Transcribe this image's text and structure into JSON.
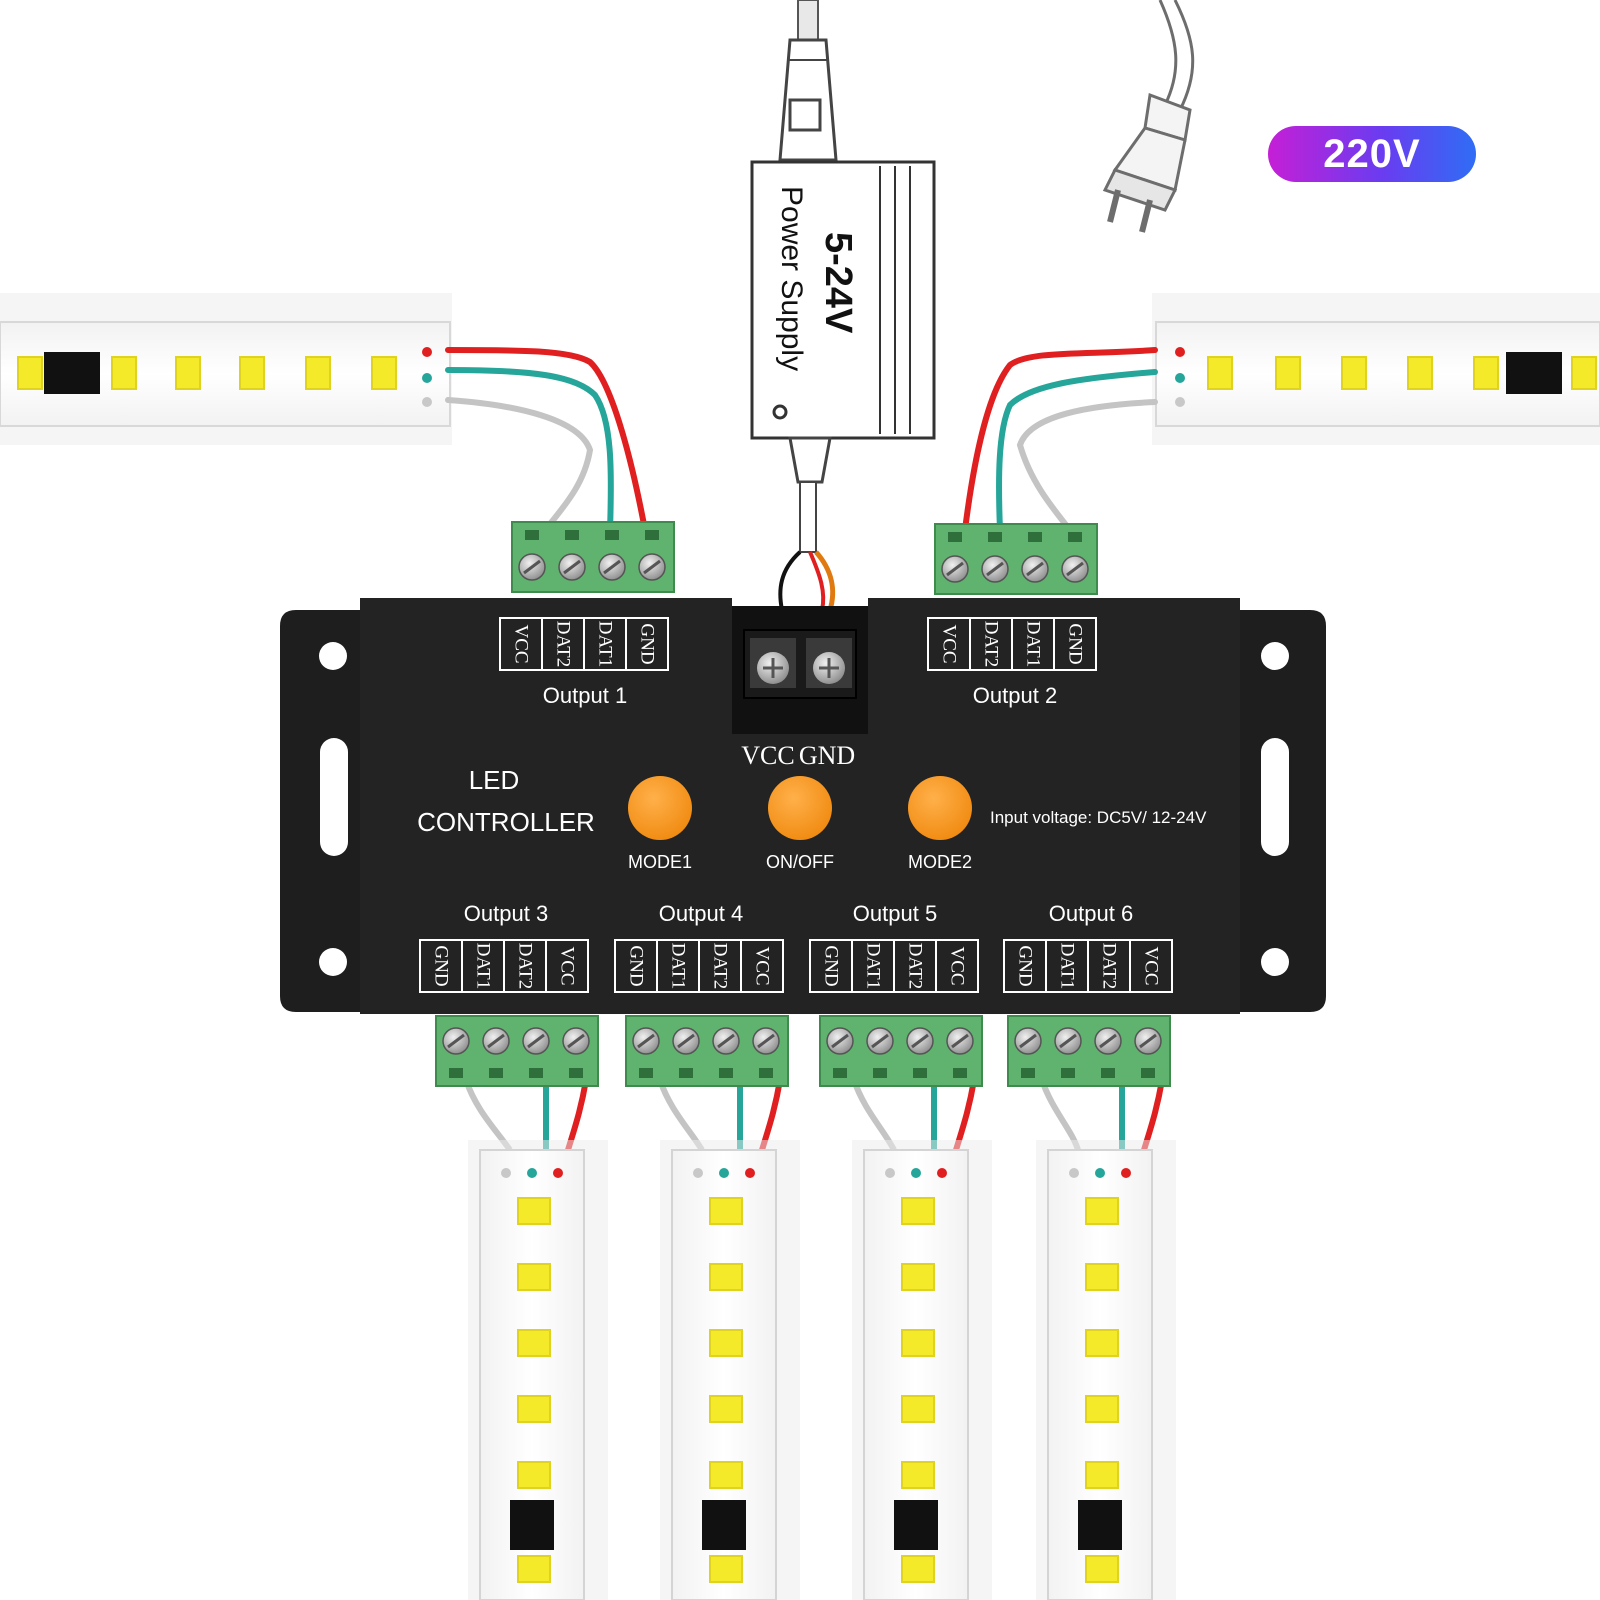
{
  "power_badge": "220V",
  "power_supply": {
    "voltage": "5-24V",
    "name": "Power Supply"
  },
  "controller": {
    "title_line1": "LED",
    "title_line2": "CONTROLLER",
    "input_voltage": "Input voltage: DC5V/ 12-24V",
    "power_terminal": {
      "vcc": "VCC",
      "gnd": "GND"
    },
    "buttons": [
      {
        "label": "MODE1",
        "color": "#f7941d"
      },
      {
        "label": "ON/OFF",
        "color": "#f7941d"
      },
      {
        "label": "MODE2",
        "color": "#f7941d"
      }
    ],
    "outputs_top": [
      {
        "label": "Output 1",
        "pins": [
          "VCC",
          "DAT2",
          "DAT1",
          "GND"
        ]
      },
      {
        "label": "Output 2",
        "pins": [
          "VCC",
          "DAT2",
          "DAT1",
          "GND"
        ]
      }
    ],
    "outputs_bottom": [
      {
        "label": "Output 3",
        "pins": [
          "GND",
          "DAT1",
          "DAT2",
          "VCC"
        ]
      },
      {
        "label": "Output 4",
        "pins": [
          "GND",
          "DAT1",
          "DAT2",
          "VCC"
        ]
      },
      {
        "label": "Output 5",
        "pins": [
          "GND",
          "DAT1",
          "DAT2",
          "VCC"
        ]
      },
      {
        "label": "Output 6",
        "pins": [
          "GND",
          "DAT1",
          "DAT2",
          "VCC"
        ]
      }
    ]
  },
  "colors": {
    "controller_body": "#222222",
    "terminal_green": "#5fb36f",
    "wire_red": "#e02020",
    "wire_teal": "#26a69a",
    "wire_grey": "#bdbdbd",
    "led_yellow": "#f4ea2a",
    "button_orange": "#f7941d"
  }
}
